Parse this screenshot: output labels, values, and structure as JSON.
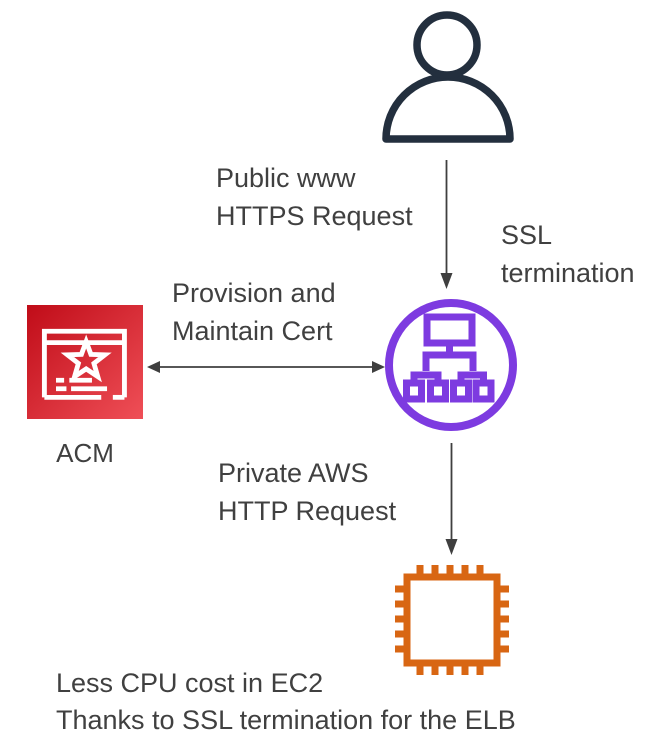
{
  "labels": {
    "public_request": [
      "Public www",
      "HTTPS Request"
    ],
    "ssl_termination": [
      "SSL",
      "termination"
    ],
    "provision_cert": [
      "Provision and",
      "Maintain Cert"
    ],
    "acm": "ACM",
    "private_request": [
      "Private AWS",
      "HTTP Request"
    ],
    "footer": [
      "Less CPU cost in EC2",
      "Thanks to SSL termination for the ELB"
    ]
  },
  "icons": {
    "user": "user-icon",
    "load_balancer": "elastic-load-balancer-icon",
    "acm": "certificate-manager-icon",
    "ec2": "cpu-chip-icon"
  },
  "colors": {
    "user_icon": "#232F3E",
    "load_balancer": "#7D3BE0",
    "acm_gradient_start": "#C00C18",
    "acm_gradient_end": "#EF4F57",
    "ec2": "#D86613",
    "arrow": "#3F3F3F",
    "text": "#404040"
  }
}
